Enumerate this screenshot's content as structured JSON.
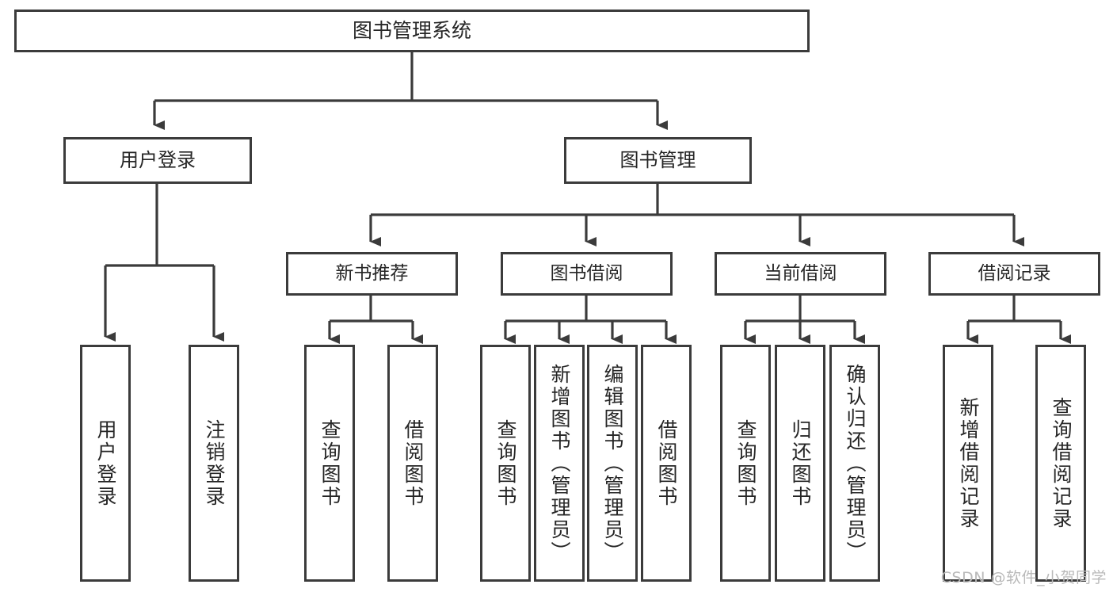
{
  "diagram": {
    "title": "图书管理系统",
    "type": "tree-flowchart",
    "style": {
      "box_border": "#3b3b3b",
      "box_fill": "#ffffff",
      "text_color": "#262626",
      "connector_color": "#3b3b3b",
      "background": "#ffffff"
    },
    "root": {
      "label": "图书管理系统"
    },
    "level2": [
      {
        "label": "用户登录"
      },
      {
        "label": "图书管理"
      }
    ],
    "level3": [
      {
        "label": "新书推荐"
      },
      {
        "label": "图书借阅"
      },
      {
        "label": "当前借阅"
      },
      {
        "label": "借阅记录"
      }
    ],
    "leaves": {
      "user_login": [
        {
          "label": "用户登录"
        },
        {
          "label": "注销登录"
        }
      ],
      "new_book_recommend": [
        {
          "label": "查询图书"
        },
        {
          "label": "借阅图书"
        }
      ],
      "book_borrow": [
        {
          "label": "查询图书"
        },
        {
          "label": "新增图书（管理员）"
        },
        {
          "label": "编辑图书（管理员）"
        },
        {
          "label": "借阅图书"
        }
      ],
      "current_borrow": [
        {
          "label": "查询图书"
        },
        {
          "label": "归还图书"
        },
        {
          "label": "确认归还（管理员）"
        }
      ],
      "borrow_record": [
        {
          "label": "新增借阅记录"
        },
        {
          "label": "查询借阅记录"
        }
      ]
    }
  },
  "watermark": {
    "text": "CSDN @软件_小贺同学"
  }
}
